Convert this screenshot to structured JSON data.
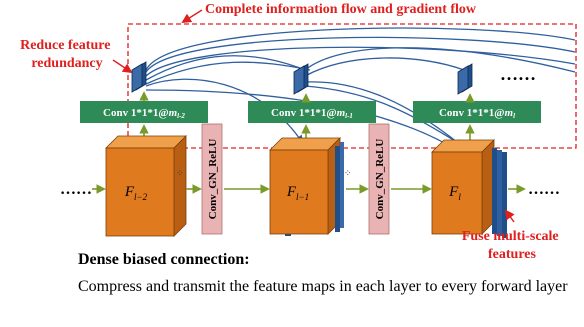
{
  "diagram": {
    "top_label": "Complete information flow and gradient flow",
    "left_label": [
      "Reduce feature",
      "redundancy"
    ],
    "right_label": [
      "Fuse multi-scale",
      "features"
    ],
    "conv_boxes": [
      {
        "prefix": "Conv 1*1*1@",
        "var": "m",
        "sub": "l-2"
      },
      {
        "prefix": "Conv 1*1*1@",
        "var": "m",
        "sub": "l-1"
      },
      {
        "prefix": "Conv 1*1*1@",
        "var": "m",
        "sub": "l"
      }
    ],
    "blocks": [
      {
        "symbol": "F",
        "sub": "l−2"
      },
      {
        "symbol": "F",
        "sub": "l−1"
      },
      {
        "symbol": "F",
        "sub": "l"
      }
    ],
    "norm_labels": [
      "Conv_GN_ReLU",
      "Conv_GN_ReLU"
    ],
    "ellipsis": "……",
    "colors": {
      "accent_red": "#e0201e",
      "conv_fill": "#2e8b57",
      "cube_front": "#e07a1f",
      "cube_top": "#f0a04b",
      "cube_side": "#b85f14",
      "norm_fill": "#e9b3b3",
      "arrow_green": "#7a9a2a",
      "flow_blue": "#2f5f9f",
      "feature_blue": "#1f4f8a"
    }
  },
  "caption": {
    "title": "Dense biased connection:",
    "description": "Compress and transmit the feature maps in each layer to every forward layer"
  }
}
